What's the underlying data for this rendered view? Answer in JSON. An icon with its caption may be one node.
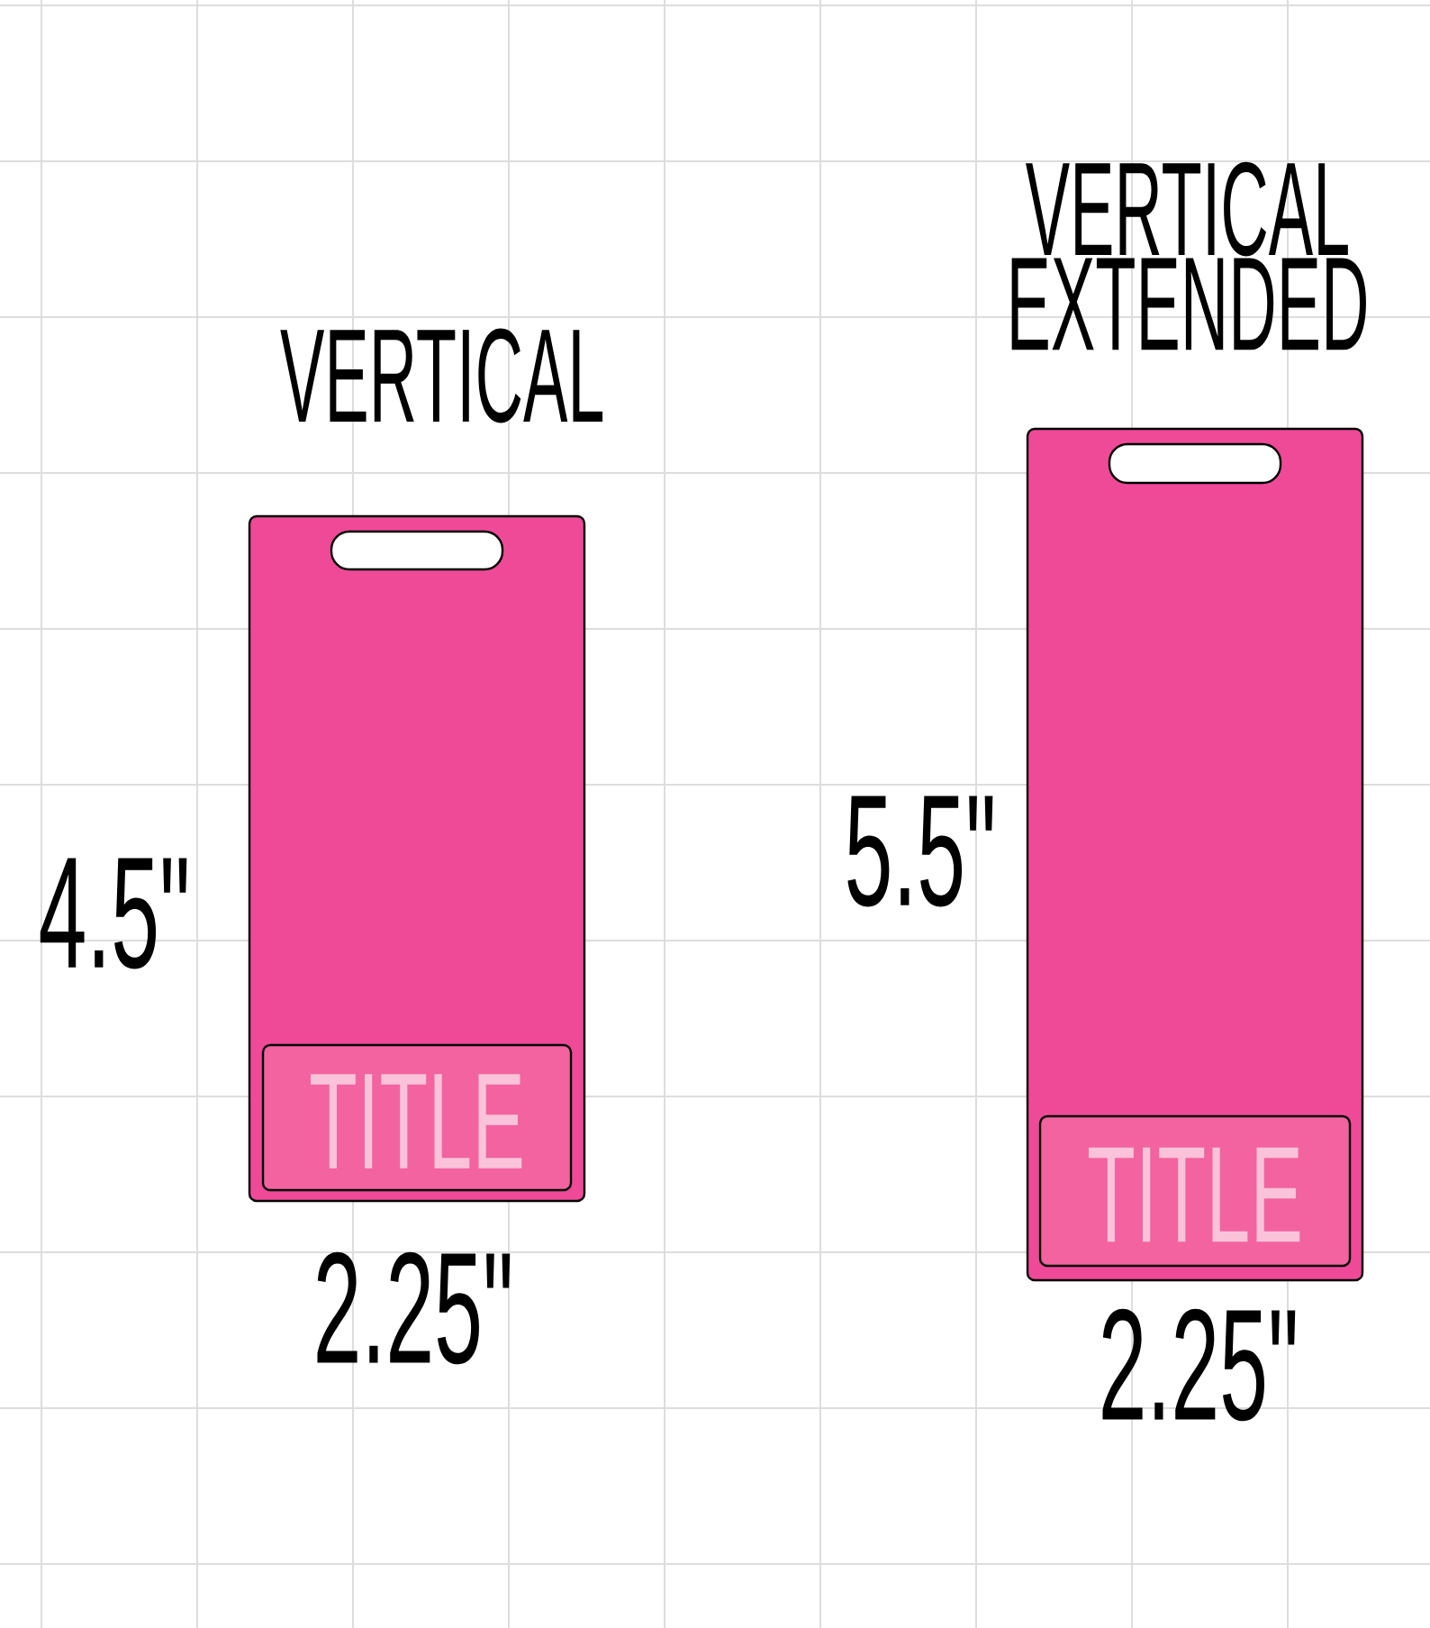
{
  "diagram": {
    "nodes": [
      {
        "text": [
          "VERTICAL"
        ]
      },
      {
        "text": [
          "TITLE"
        ],
        "in": 0
      },
      {
        "text": [
          "VERTICAL EXTENDED"
        ]
      },
      {
        "text": [
          "TITLE"
        ],
        "in": 2
      }
    ],
    "labels": [
      "5.5\"",
      "4.5\"",
      "2.25\"",
      "2.25\""
    ]
  }
}
